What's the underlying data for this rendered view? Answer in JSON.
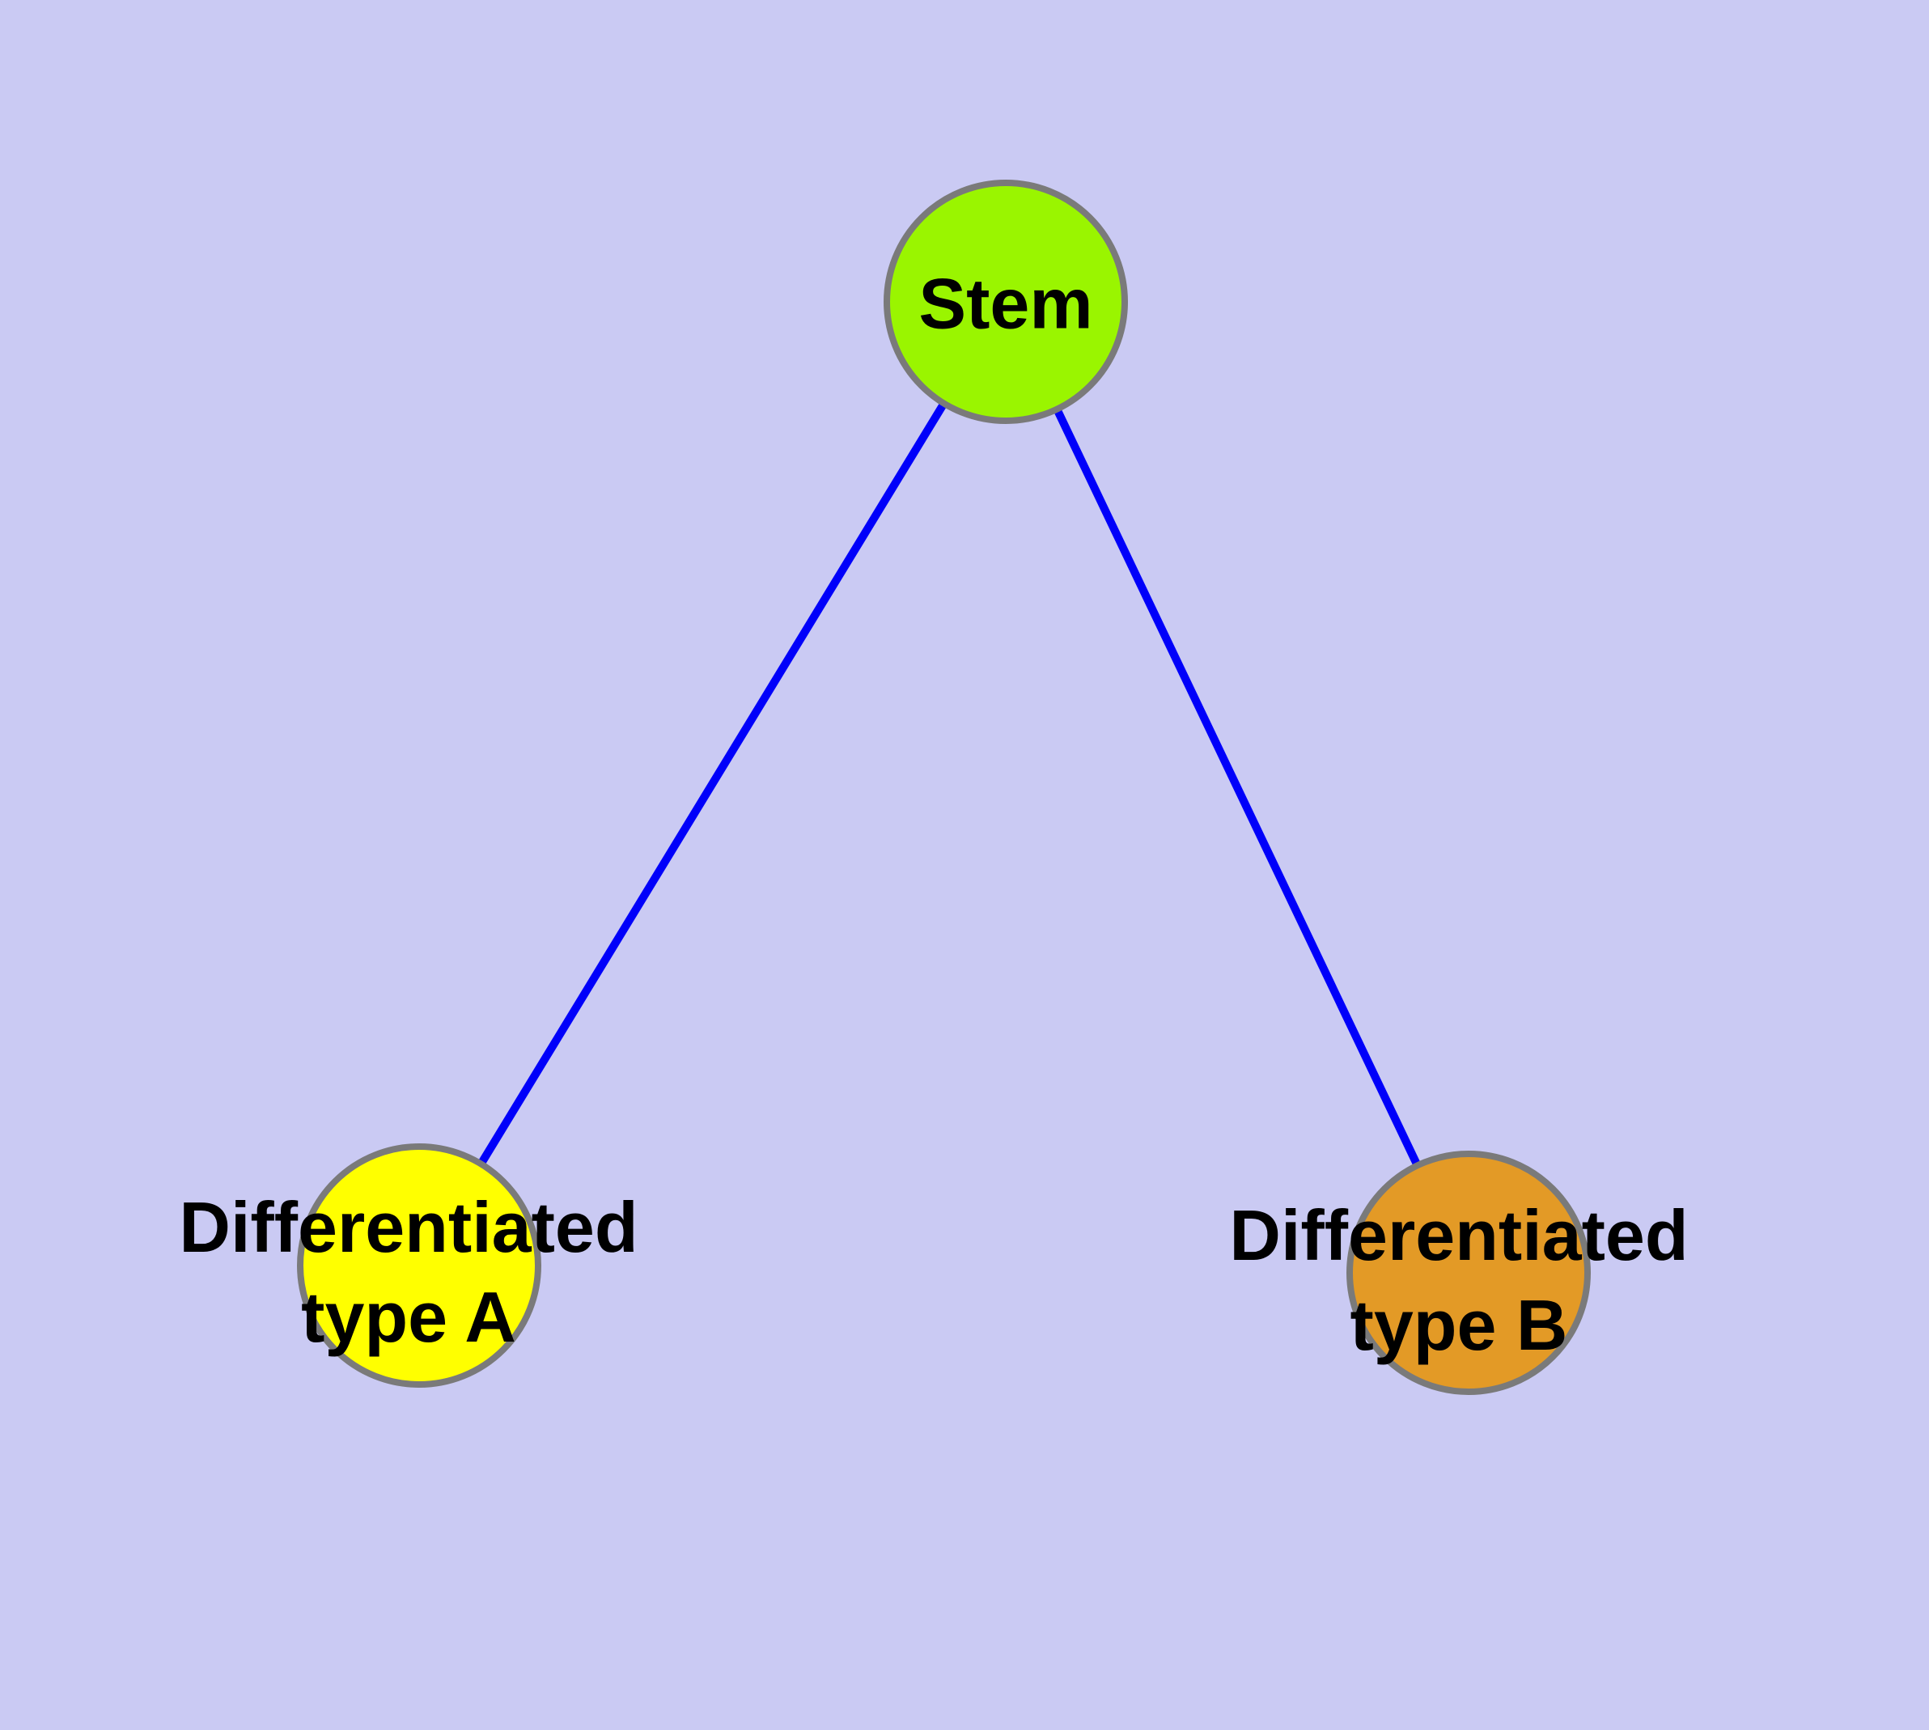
{
  "diagram": {
    "background_color": "#cacaf3",
    "edge_color": "#0000fa",
    "node_border_color": "#7a7a7a",
    "nodes": [
      {
        "id": "stem",
        "label": "Stem",
        "fill_color": "#9af500"
      },
      {
        "id": "differentiated-type-a",
        "label": "Differentiated\ntype A",
        "fill_color": "#ffff00"
      },
      {
        "id": "differentiated-type-b",
        "label": "Differentiated\ntype B",
        "fill_color": "#e39a26"
      }
    ],
    "edges": [
      {
        "from": "Stem",
        "to": "Differentiated type A"
      },
      {
        "from": "Stem",
        "to": "Differentiated type B"
      }
    ]
  }
}
